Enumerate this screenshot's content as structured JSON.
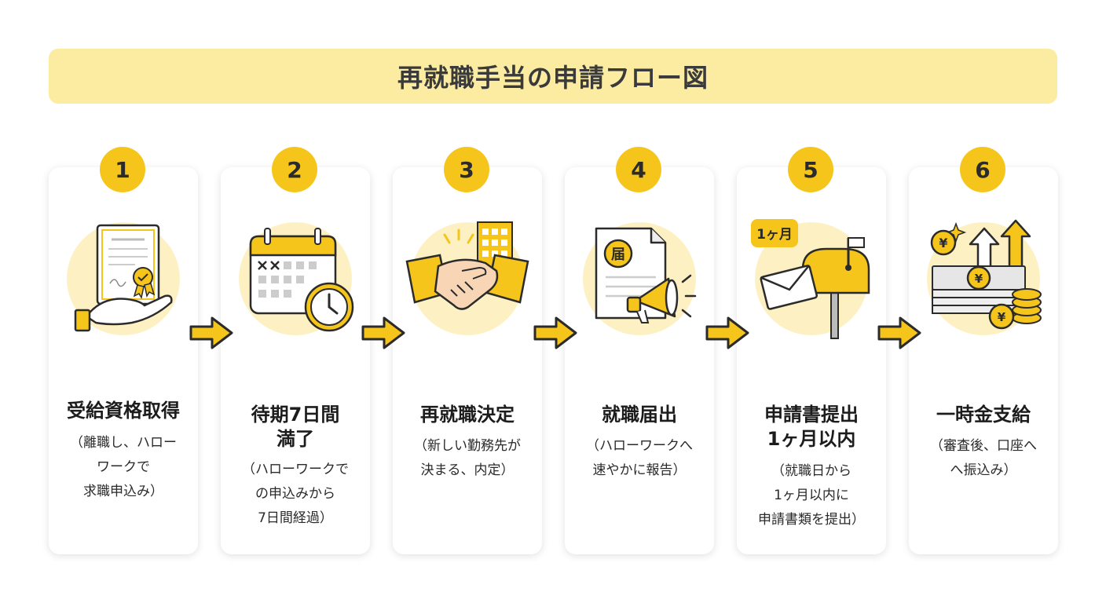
{
  "title": "再就職手当の申請フロー図",
  "colors": {
    "accent": "#f6c51b",
    "title_bg": "#fbeca2",
    "illus_bg": "#fdf1c4",
    "outline": "#2b2b2b"
  },
  "steps": [
    {
      "number": "1",
      "title_lines": [
        "受給資格取得"
      ],
      "desc_lines": [
        "（離職し、ハロー",
        "ワークで",
        "求職申込み）"
      ],
      "icon": "certificate-hand-icon"
    },
    {
      "number": "2",
      "title_lines": [
        "待期7日間",
        "満了"
      ],
      "desc_lines": [
        "（ハローワークで",
        "の申込みから",
        "7日間経過）"
      ],
      "icon": "calendar-clock-icon"
    },
    {
      "number": "3",
      "title_lines": [
        "再就職決定"
      ],
      "desc_lines": [
        "（新しい勤務先が",
        "決まる、内定）"
      ],
      "icon": "handshake-icon"
    },
    {
      "number": "4",
      "title_lines": [
        "就職届出"
      ],
      "desc_lines": [
        "（ハローワークへ",
        "速やかに報告）"
      ],
      "icon": "document-megaphone-icon",
      "doc_label": "届"
    },
    {
      "number": "5",
      "title_lines": [
        "申請書提出",
        "1ヶ月以内"
      ],
      "desc_lines": [
        "（就職日から",
        "1ヶ月以内に",
        "申請書類を提出）"
      ],
      "icon": "mailbox-icon",
      "tag_label": "1ヶ月"
    },
    {
      "number": "6",
      "title_lines": [
        "一時金支給"
      ],
      "desc_lines": [
        "（審査後、口座へ",
        "へ振込み）"
      ],
      "icon": "money-stack-icon",
      "currency": "¥"
    }
  ]
}
